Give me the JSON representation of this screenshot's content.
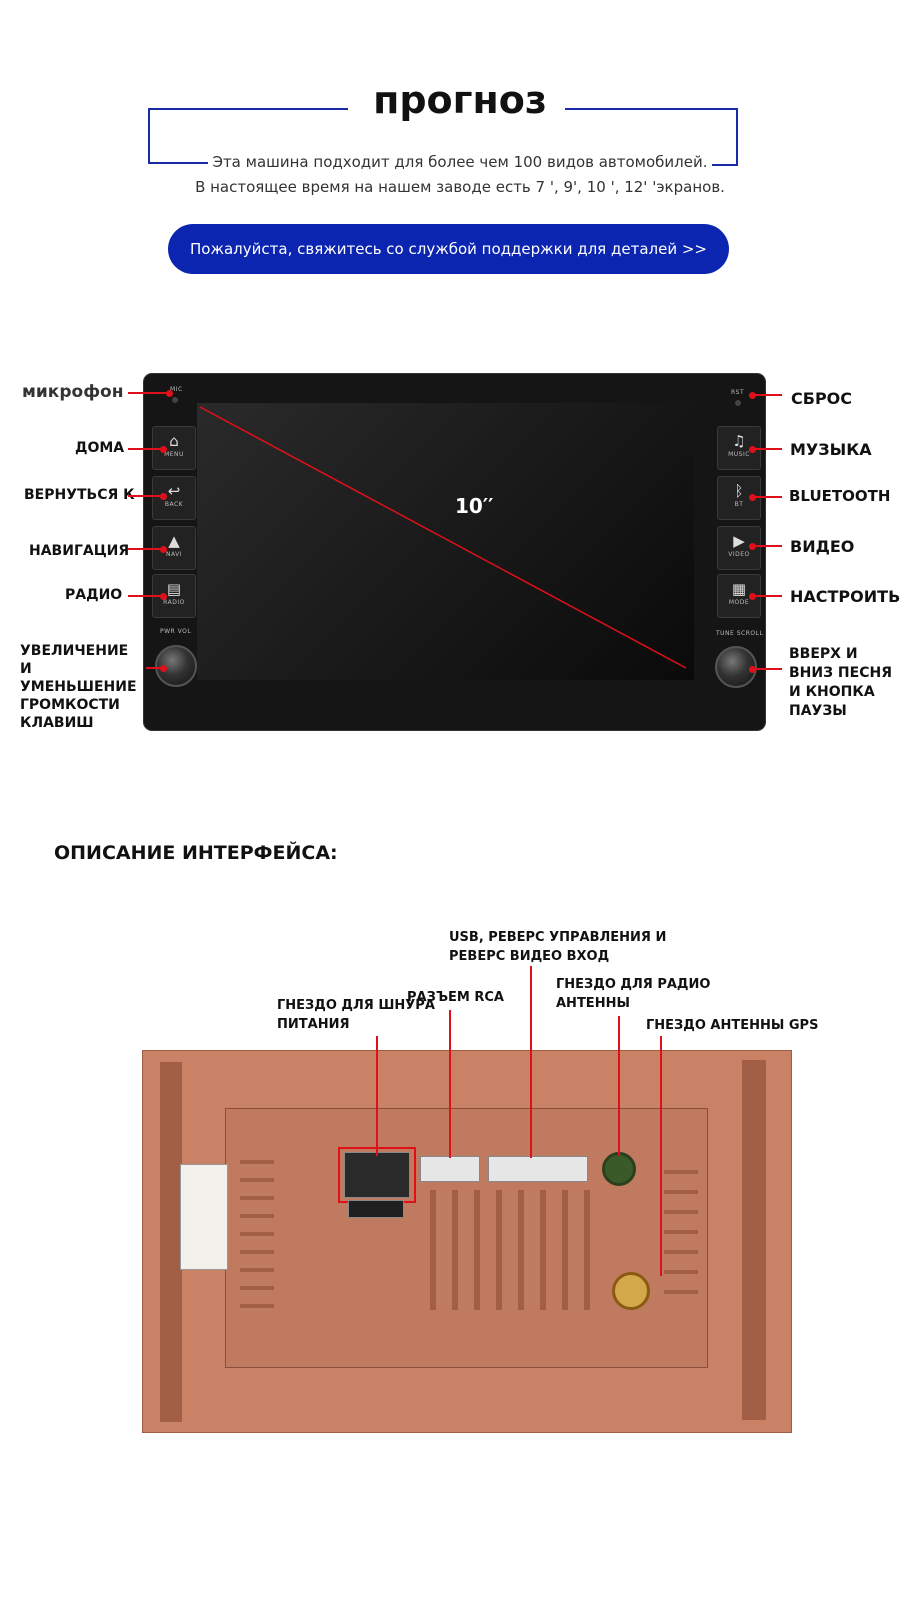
{
  "header": {
    "title": "прогноз",
    "line1": "Эта машина подходит для более чем 100 видов автомобилей.",
    "line2": "В настоящее время на нашем заводе есть 7 ', 9', 10 ', 12' 'экранов.",
    "contact_button": "Пожалуйста, свяжитесь со службой поддержки для деталей >>"
  },
  "front": {
    "screen_size": "10′′",
    "labels_left": [
      "микрофон",
      "ДОМА",
      "ВЕРНУТЬСЯ К",
      "НАВИГАЦИЯ",
      "РАДИО",
      "УВЕЛИЧЕНИЕ И УМЕНЬШЕНИЕ ГРОМКОСТИ КЛАВИШ"
    ],
    "labels_right": [
      "СБРОС",
      "МУЗЫКА",
      "BLUETOOTH",
      "ВИДЕО",
      "НАСТРОИТЬ",
      "ВВЕРХ И ВНИЗ ПЕСНЯ И КНОПКА ПАУЗЫ"
    ],
    "buttons_left": [
      {
        "icon": "home-icon",
        "label": "MENU"
      },
      {
        "icon": "back-icon",
        "label": "BACK"
      },
      {
        "icon": "navi-icon",
        "label": "NAVI"
      },
      {
        "icon": "radio-icon",
        "label": "RADIO"
      }
    ],
    "buttons_right": [
      {
        "icon": "music-icon",
        "label": "MUSIC"
      },
      {
        "icon": "bluetooth-icon",
        "label": "BT"
      },
      {
        "icon": "video-icon",
        "label": "VIDEO"
      },
      {
        "icon": "mode-icon",
        "label": "MODE"
      }
    ],
    "mic_text": "MIC",
    "rst_text": "RST",
    "pwr_text": "PWR VOL",
    "tune_text": "TUNE SCROLL"
  },
  "interface": {
    "title": "ОПИСАНИЕ ИНТЕРФЕЙСА:",
    "usb_label": "USB, РЕВЕРС УПРАВЛЕНИЯ И РЕВЕРС ВИДЕО ВХОД",
    "radio_ant_label": "ГНЕЗДО ДЛЯ РАДИО АНТЕННЫ",
    "gps_label": "ГНЕЗДО АНТЕННЫ GPS",
    "power_label": "ГНЕЗДО ДЛЯ ШНУРА ПИТАНИЯ",
    "rca_label": "РАЗЪЕМ RCA"
  },
  "colors": {
    "accent_blue": "#0c25b0",
    "frame_blue": "#1a2ba8",
    "marker_red": "#e0101a"
  }
}
